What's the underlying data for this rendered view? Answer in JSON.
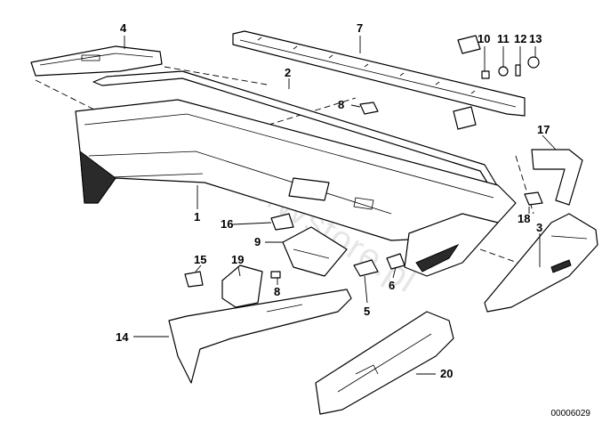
{
  "diagram": {
    "reference_code": "00006029",
    "watermark": "www.BMWstore.pl",
    "callouts": [
      "1",
      "2",
      "3",
      "4",
      "5",
      "6",
      "7",
      "8",
      "8",
      "9",
      "10",
      "11",
      "12",
      "13",
      "14",
      "15",
      "16",
      "17",
      "18",
      "19",
      "20"
    ]
  }
}
